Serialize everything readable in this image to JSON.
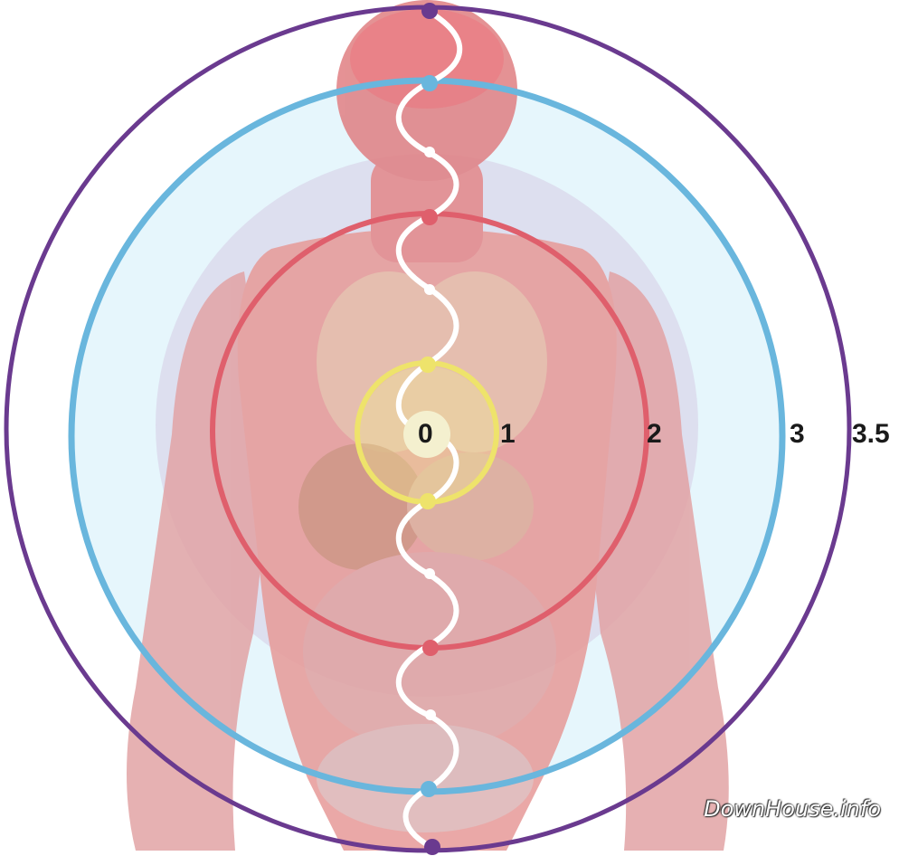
{
  "rings": [
    {
      "label": "0",
      "color": "#f2ea90"
    },
    {
      "label": "1",
      "color": "#eee36b"
    },
    {
      "label": "2",
      "color": "#df5f6c"
    },
    {
      "label": "3",
      "color": "#69b6dd"
    },
    {
      "label": "3.5",
      "color": "#6a3a8f"
    }
  ],
  "wave": {
    "color": "#ffffff"
  },
  "background": {
    "glow_color": "#d8d6ea",
    "halo_color": "#e6f6fc",
    "body_color": "#e79a98"
  },
  "watermark": "DownHouse.info"
}
